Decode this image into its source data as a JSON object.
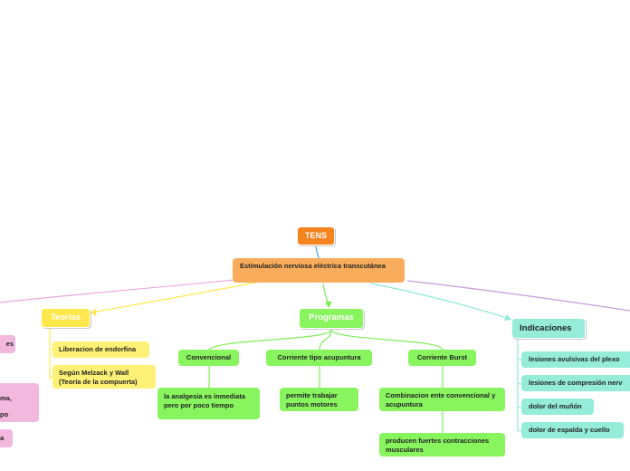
{
  "root": {
    "label": "TENS"
  },
  "main": {
    "label": "Estimulación nerviosa eléctrica transcutánea"
  },
  "teorias": {
    "label": "Teorías",
    "items": [
      "Liberacion de endorfina",
      "Según Melzack y Wall (Teoría de la compuerta)"
    ]
  },
  "programas": {
    "label": "Programas",
    "items": [
      {
        "label": "Convencional",
        "detail": "la analgesia es inmediata pero por poco tiempo"
      },
      {
        "label": "Corriente tipo acupuntura",
        "detail": "permite trabajar puntos motores"
      },
      {
        "label": "Corriente Burst",
        "detail": "Combinacion ente convencional y acupuntura",
        "detail2": "producen fuertes contracciones musculares"
      }
    ]
  },
  "indicaciones": {
    "label": "Indicaciones",
    "items": [
      "lesiones avulsivas del plexo",
      "lesiones de compresión nerv",
      "dolor del muñón",
      "dolor de espalda y cuello"
    ]
  },
  "left_partial": {
    "items": [
      "es",
      "ma,",
      "po",
      "ia"
    ]
  },
  "colors": {
    "root": "#f5841f",
    "main": "#f9ad5c",
    "yellow": "#ffe74c",
    "yellow_light": "#fff176",
    "green": "#88f45e",
    "teal": "#95ecd9",
    "pink": "#f2b8de",
    "link_pink": "#e9a9dc",
    "link_yellow": "#ffe94f",
    "link_green": "#7ded55",
    "link_teal": "#8ee8d4",
    "link_purple": "#c79ada",
    "link_blue": "#4aa3e0"
  }
}
